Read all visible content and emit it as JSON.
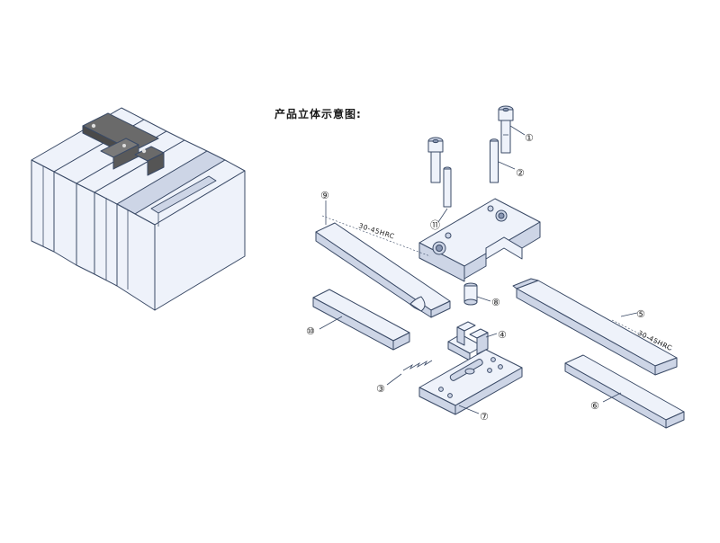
{
  "title": "产品立体示意图:",
  "callouts": {
    "c1": "①",
    "c2": "②",
    "c3": "③",
    "c4": "④",
    "c5": "⑤",
    "c6": "⑥",
    "c7": "⑦",
    "c8": "⑧",
    "c9": "⑨",
    "c10": "⑩",
    "c11": "⑪"
  },
  "hardness": {
    "part9": "30-45HRC",
    "part5": "30-45HRC"
  },
  "colors": {
    "outline": "#3a4a66",
    "face_light": "#eef2fa",
    "face_mid": "#cdd5e6",
    "face_dark": "#8a97b3",
    "assembly_dark": "#5a5a5a"
  }
}
